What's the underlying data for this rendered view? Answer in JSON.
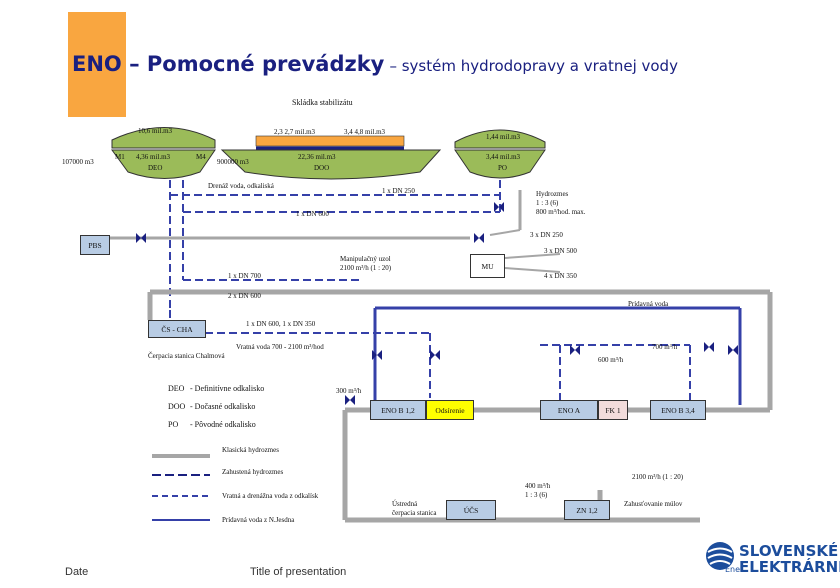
{
  "slide": {
    "title_bold": "ENO – Pomocné prevádzky",
    "title_rest": "– systém hydrodopravy a vratnej vody",
    "subtitle": "Skládka stabilizátu",
    "footer_date": "Date",
    "footer_title": "Title of presentation"
  },
  "basins": {
    "deo": {
      "volume": "10,6 mil.m3",
      "sub_volume": "4,36 mil.m3",
      "code": "DEO",
      "left_marker": "M1",
      "right_marker": "M4",
      "side_volume": "107000 m3"
    },
    "doo": {
      "top_left": "2,3 2,7 mil.m3",
      "top_right": "3,4 4,8 mil.m3",
      "volume": "22,36 mil.m3",
      "code": "DOO",
      "side_volume": "900000 m3"
    },
    "po": {
      "volume": "1,44 mil.m3",
      "sub_volume": "3,44 mil.m3",
      "code": "PO"
    }
  },
  "labels": {
    "drain": "Drenáž voda, odkaliská",
    "pipe_1x250": "1 x DN 250",
    "hydro_ratio": "Hydrozmes\n1 : 3 (6)\n800 m³/hod. max.",
    "pipe_1x600": "1 x DN 600",
    "pipe_3x250": "3 x DN 250",
    "manifold": "Manipulačný uzol\n2100 m³/h (1 : 20)",
    "pipe_3x500": "3 x DN 500",
    "pipe_1x700": "1 x DN 700",
    "pipe_4x350": "4 x DN 350",
    "pipe_2x600": "2 x DN 600",
    "additional_water": "Prídavná voda",
    "pipe_1x600_1x350": "1 x DN 600, 1 x DN 350",
    "return_water": "Vratná voda 700 - 2100 m³/hod",
    "flow_700": "700 m³/h",
    "pump_station_name": "Čerpacia stanica Chalmová",
    "flow_600": "600 m³/h",
    "flow_300": "300 m³/h",
    "flow_2100": "2100 m³/h (1 : 20)",
    "flow_400": "400 m³/h\n1 : 3 (6)",
    "central_pump": "Ústredná\nčerpacia stanica",
    "desludge": "Zahusťovanie múlov"
  },
  "boxes": {
    "pbs": "PBS",
    "cs_cha": "ČS - CHA",
    "mu": "MU",
    "eno12": "ENO B 1,2",
    "odsirenie": "Odsírenie",
    "enoa": "ENO A",
    "fk1": "FK 1",
    "eno34": "ENO B 3,4",
    "ucs": "ÚČS",
    "zn12": "ZN 1,2"
  },
  "legend_abbr": [
    {
      "code": "DEO",
      "text": "- Definitívne odkalisko"
    },
    {
      "code": "DOO",
      "text": "- Dočasné odkalisko"
    },
    {
      "code": "PO",
      "text": "- Pôvodné odkalisko"
    }
  ],
  "legend_lines": [
    {
      "style": "solid-gray",
      "label": "Klasická hydrozmes"
    },
    {
      "style": "dashed-darkblue",
      "label": "Zahustená hydrozmes"
    },
    {
      "style": "dashed-blue",
      "label": "Vratná a drenážna voda z odkalísk"
    },
    {
      "style": "solid-blue",
      "label": "Prídavná voda z N.Jesdna"
    }
  ],
  "logo": {
    "line1": "SLOVENSKÉ",
    "line2": "ELEKTRÁRNE",
    "group": "Enel"
  },
  "colors": {
    "title": "#1a2080",
    "basin": "#9bbb59",
    "gray_pipe": "#a6a6a6",
    "blue_pipe": "#3540a8",
    "box_yellow": "#ffff00",
    "box_blue": "#b8cce4",
    "box_pink": "#f2dcdb",
    "logo": "#1c4d9c",
    "accent": "#f9a640"
  }
}
